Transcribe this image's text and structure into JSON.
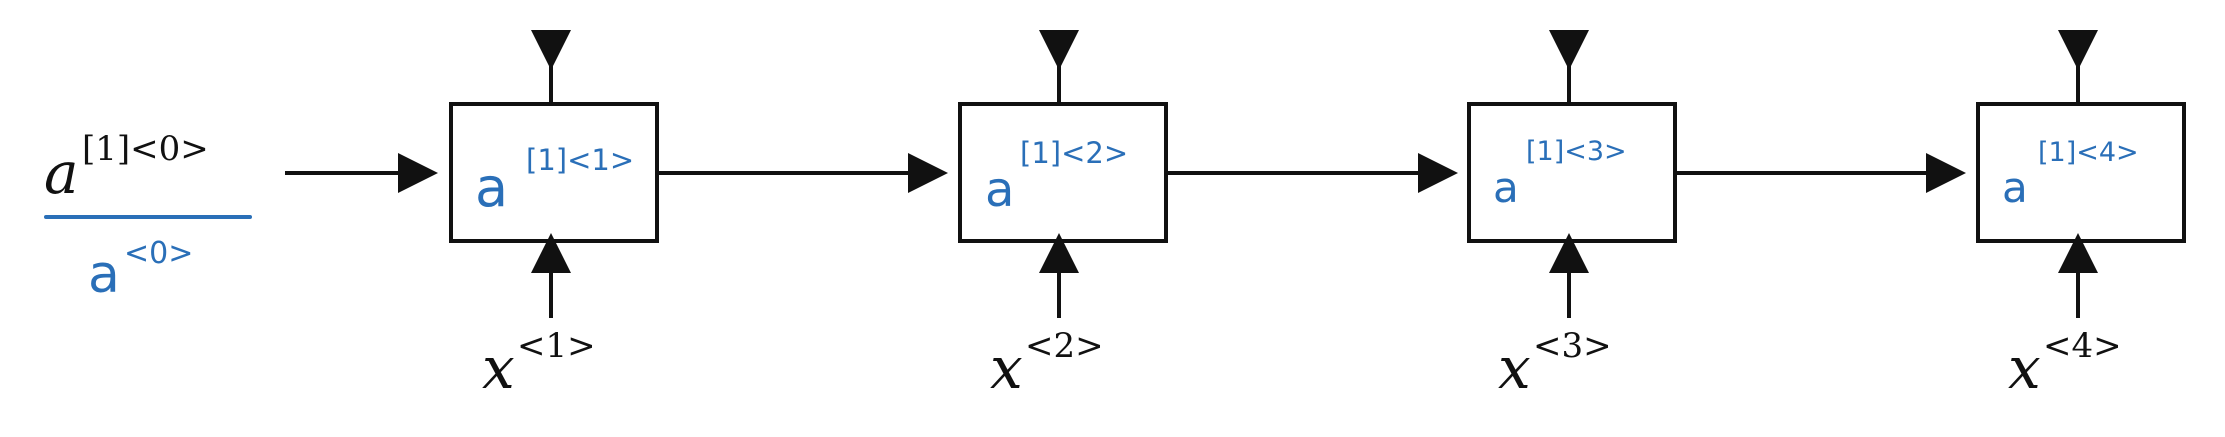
{
  "diagram": {
    "initial_state": {
      "printed_label": {
        "base": "a",
        "superscript": "[1]<0>"
      },
      "handwritten_label": {
        "base": "a",
        "superscript": "<0>"
      }
    },
    "cells": [
      {
        "index": 1,
        "handwritten_label": {
          "base": "a",
          "superscript": "[1]<1>"
        },
        "input_label": {
          "base": "x",
          "superscript": "<1>"
        }
      },
      {
        "index": 2,
        "handwritten_label": {
          "base": "a",
          "superscript": "[1]<2>"
        },
        "input_label": {
          "base": "x",
          "superscript": "<2>"
        }
      },
      {
        "index": 3,
        "handwritten_label": {
          "base": "a",
          "superscript": "[1]<3>"
        },
        "input_label": {
          "base": "x",
          "superscript": "<3>"
        }
      },
      {
        "index": 4,
        "handwritten_label": {
          "base": "a",
          "superscript": "[1]<4>"
        },
        "input_label": {
          "base": "x",
          "superscript": "<4>"
        }
      }
    ],
    "colors": {
      "stroke": "#111111",
      "handwriting": "#2a6fb8"
    }
  }
}
